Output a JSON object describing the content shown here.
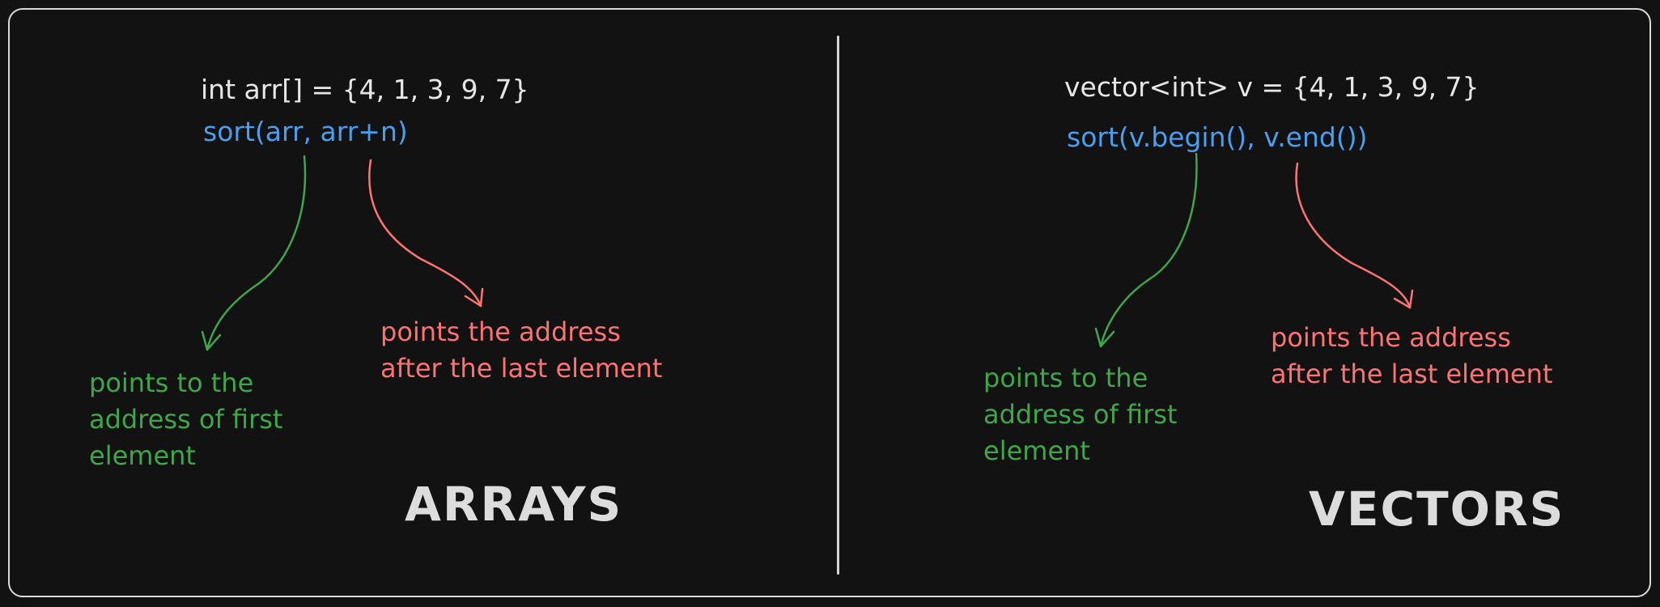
{
  "colors": {
    "background": "#121212",
    "frame": "#d9d9d9",
    "code_text": "#e6e6e6",
    "function_call": "#4a9eee",
    "begin_annotation": "#3fa64a",
    "end_annotation": "#ff7272",
    "heading": "#dcdcdc"
  },
  "arrays": {
    "declaration": "int arr[] = {4, 1, 3, 9, 7}",
    "sort_call": "sort(arr, arr+n)",
    "begin_note": "points to the\naddress of first\nelement",
    "end_note": "points the address\nafter the last element",
    "heading": "ARRAYS"
  },
  "vectors": {
    "declaration": "vector<int> v = {4, 1, 3, 9, 7}",
    "sort_call": "sort(v.begin(), v.end())",
    "begin_note": "points to the\naddress of first\nelement",
    "end_note": "points the address\nafter the last element",
    "heading": "VECTORS"
  }
}
